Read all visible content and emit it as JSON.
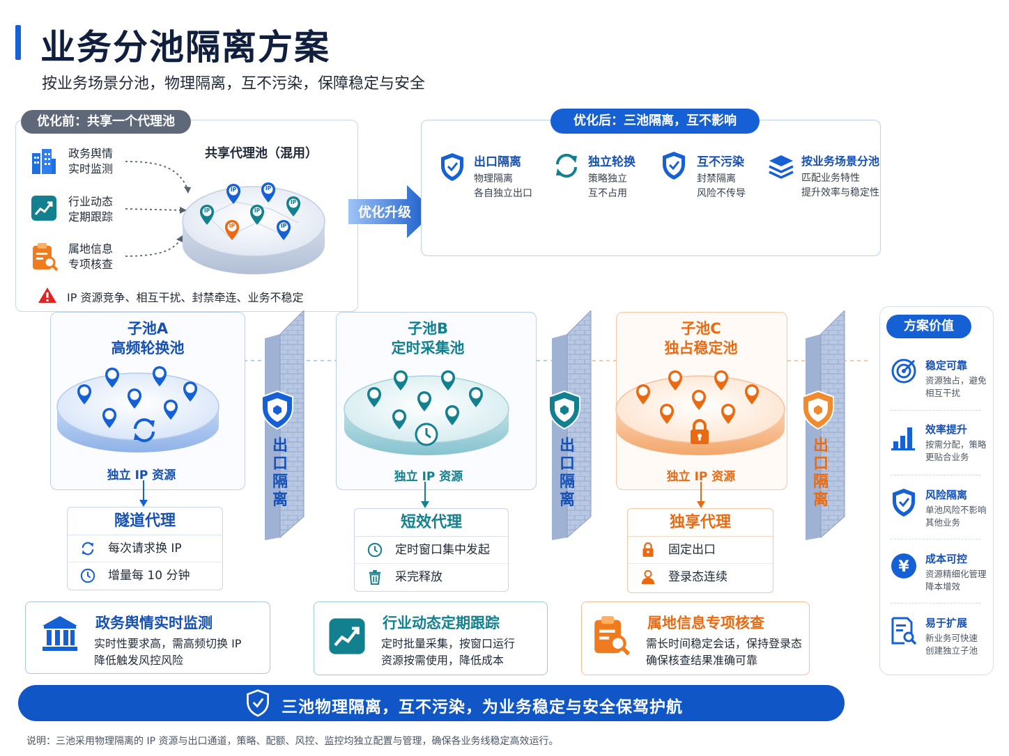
{
  "title": "业务分池隔离方案",
  "subtitle": "按业务场景分池，物理隔离，互不污染，保障稳定与安全",
  "before": {
    "label": "优化前：共享一个代理池",
    "pool_title": "共享代理池（混用）",
    "sources": [
      {
        "line1": "政务舆情",
        "line2": "实时监测",
        "icon": "government-building-icon"
      },
      {
        "line1": "行业动态",
        "line2": "定期跟踪",
        "icon": "trend-chart-icon"
      },
      {
        "line1": "属地信息",
        "line2": "专项核查",
        "icon": "clipboard-search-icon"
      }
    ],
    "pin_text": "IP",
    "warning": "IP 资源竞争、相互干扰、封禁牵连、业务不稳定"
  },
  "arrow_label": "优化升级",
  "after": {
    "label": "优化后：三池隔离，互不影响",
    "features": [
      {
        "title": "出口隔离",
        "line1": "物理隔离",
        "line2": "各自独立出口",
        "icon": "shield-check-icon"
      },
      {
        "title": "独立轮换",
        "line1": "策略独立",
        "line2": "互不占用",
        "icon": "rotate-arrows-icon"
      },
      {
        "title": "互不污染",
        "line1": "封禁隔离",
        "line2": "风险不传导",
        "icon": "shield-check-icon"
      },
      {
        "title": "按业务场景分池",
        "line1": "匹配业务特性",
        "line2": "提升效率与稳定性",
        "icon": "layers-icon"
      }
    ]
  },
  "pools": [
    {
      "name": "子池A",
      "sub": "高频轮换池",
      "resource": "独立 IP 资源",
      "color": "#1560d4",
      "center_icon": "rotate-arrows-icon",
      "proxy": {
        "title": "隧道代理",
        "rows": [
          {
            "text": "每次请求换 IP",
            "icon": "rotate-arrows-icon"
          },
          {
            "text": "增量每 10 分钟",
            "icon": "clock-icon"
          }
        ]
      },
      "biz": {
        "title": "政务舆情实时监测",
        "line1": "实时性要求高，需高频切换 IP",
        "line2": "降低触发风控风险",
        "icon": "government-building-icon"
      }
    },
    {
      "name": "子池B",
      "sub": "定时采集池",
      "resource": "独立 IP 资源",
      "color": "#12808f",
      "center_icon": "clock-icon",
      "proxy": {
        "title": "短效代理",
        "rows": [
          {
            "text": "定时窗口集中发起",
            "icon": "clock-icon"
          },
          {
            "text": "采完释放",
            "icon": "trash-icon"
          }
        ]
      },
      "biz": {
        "title": "行业动态定期跟踪",
        "line1": "定时批量采集，按窗口运行",
        "line2": "资源按需使用，降低成本",
        "icon": "trend-chart-icon"
      }
    },
    {
      "name": "子池C",
      "sub": "独占稳定池",
      "resource": "独立 IP 资源",
      "color": "#ea6a12",
      "center_icon": "lock-icon",
      "proxy": {
        "title": "独享代理",
        "rows": [
          {
            "text": "固定出口",
            "icon": "lock-icon"
          },
          {
            "text": "登录态连续",
            "icon": "user-icon"
          }
        ]
      },
      "biz": {
        "title": "属地信息专项核查",
        "line1": "需长时间稳定会话，保持登录态",
        "line2": "确保核查结果准确可靠",
        "icon": "clipboard-search-icon"
      }
    }
  ],
  "wall_label": "出口隔离",
  "value": {
    "title": "方案价值",
    "items": [
      {
        "title": "稳定可靠",
        "line1": "资源独占，避免",
        "line2": "相互干扰",
        "icon": "target-icon"
      },
      {
        "title": "效率提升",
        "line1": "按需分配，策略",
        "line2": "更贴合业务",
        "icon": "bar-chart-icon"
      },
      {
        "title": "风险隔离",
        "line1": "单池风险不影响",
        "line2": "其他业务",
        "icon": "shield-check-icon"
      },
      {
        "title": "成本可控",
        "line1": "资源精细化管理",
        "line2": "降本增效",
        "icon": "yen-icon"
      },
      {
        "title": "易于扩展",
        "line1": "新业务可快速",
        "line2": "创建独立子池",
        "icon": "document-search-icon"
      }
    ]
  },
  "banner": "三池物理隔离，互不污染，为业务稳定与安全保驾护航",
  "note": "说明：三池采用物理隔离的 IP 资源与出口通道，策略、配额、风控、监控均独立配置与管理，确保各业务线稳定高效运行。",
  "colors": {
    "blue": "#1560d4",
    "teal": "#12808f",
    "orange": "#ea6a12",
    "gray": "#5e6878",
    "navy": "#0f1f3d"
  }
}
